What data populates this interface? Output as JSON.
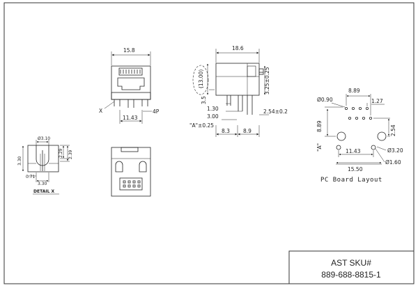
{
  "drawing": {
    "front_view": {
      "width": "15.8",
      "spacing": "11.43",
      "callout_x": "X",
      "callout_4p": "4P"
    },
    "side_view": {
      "length": "18.6",
      "height_ref": "(13.00)",
      "overall_height": "3.5",
      "pin_top": "3.25±0.25",
      "offset_130": "1.30",
      "offset_300": "3.00",
      "a_tol": "\"A\"±0.25",
      "pin_pitch": "2.54±0.2",
      "spacing_83": "8.3",
      "spacing_89": "8.9"
    },
    "pcb_layout": {
      "title": "PC Board Layout",
      "hole_small": "Ø0.90",
      "pitch_889_top": "8.89",
      "pitch_127": "1.27",
      "a_label": "\"A\"",
      "pitch_889_side": "8.89",
      "pitch_254": "2.54",
      "hole_320": "Ø3.20",
      "spacing_1143": "11.43",
      "hole_160": "Ø1.60",
      "spacing_1550": "15.50"
    },
    "detail_x": {
      "title": "DETAIL X",
      "dia": "Ø3.10",
      "h330": "3.30",
      "d229": "2.29",
      "d239": "2.39",
      "d071": "0.71",
      "w330": "3.30"
    }
  },
  "title_block": {
    "sku_label": "AST SKU#",
    "sku_number": "889-688-8815-1"
  }
}
